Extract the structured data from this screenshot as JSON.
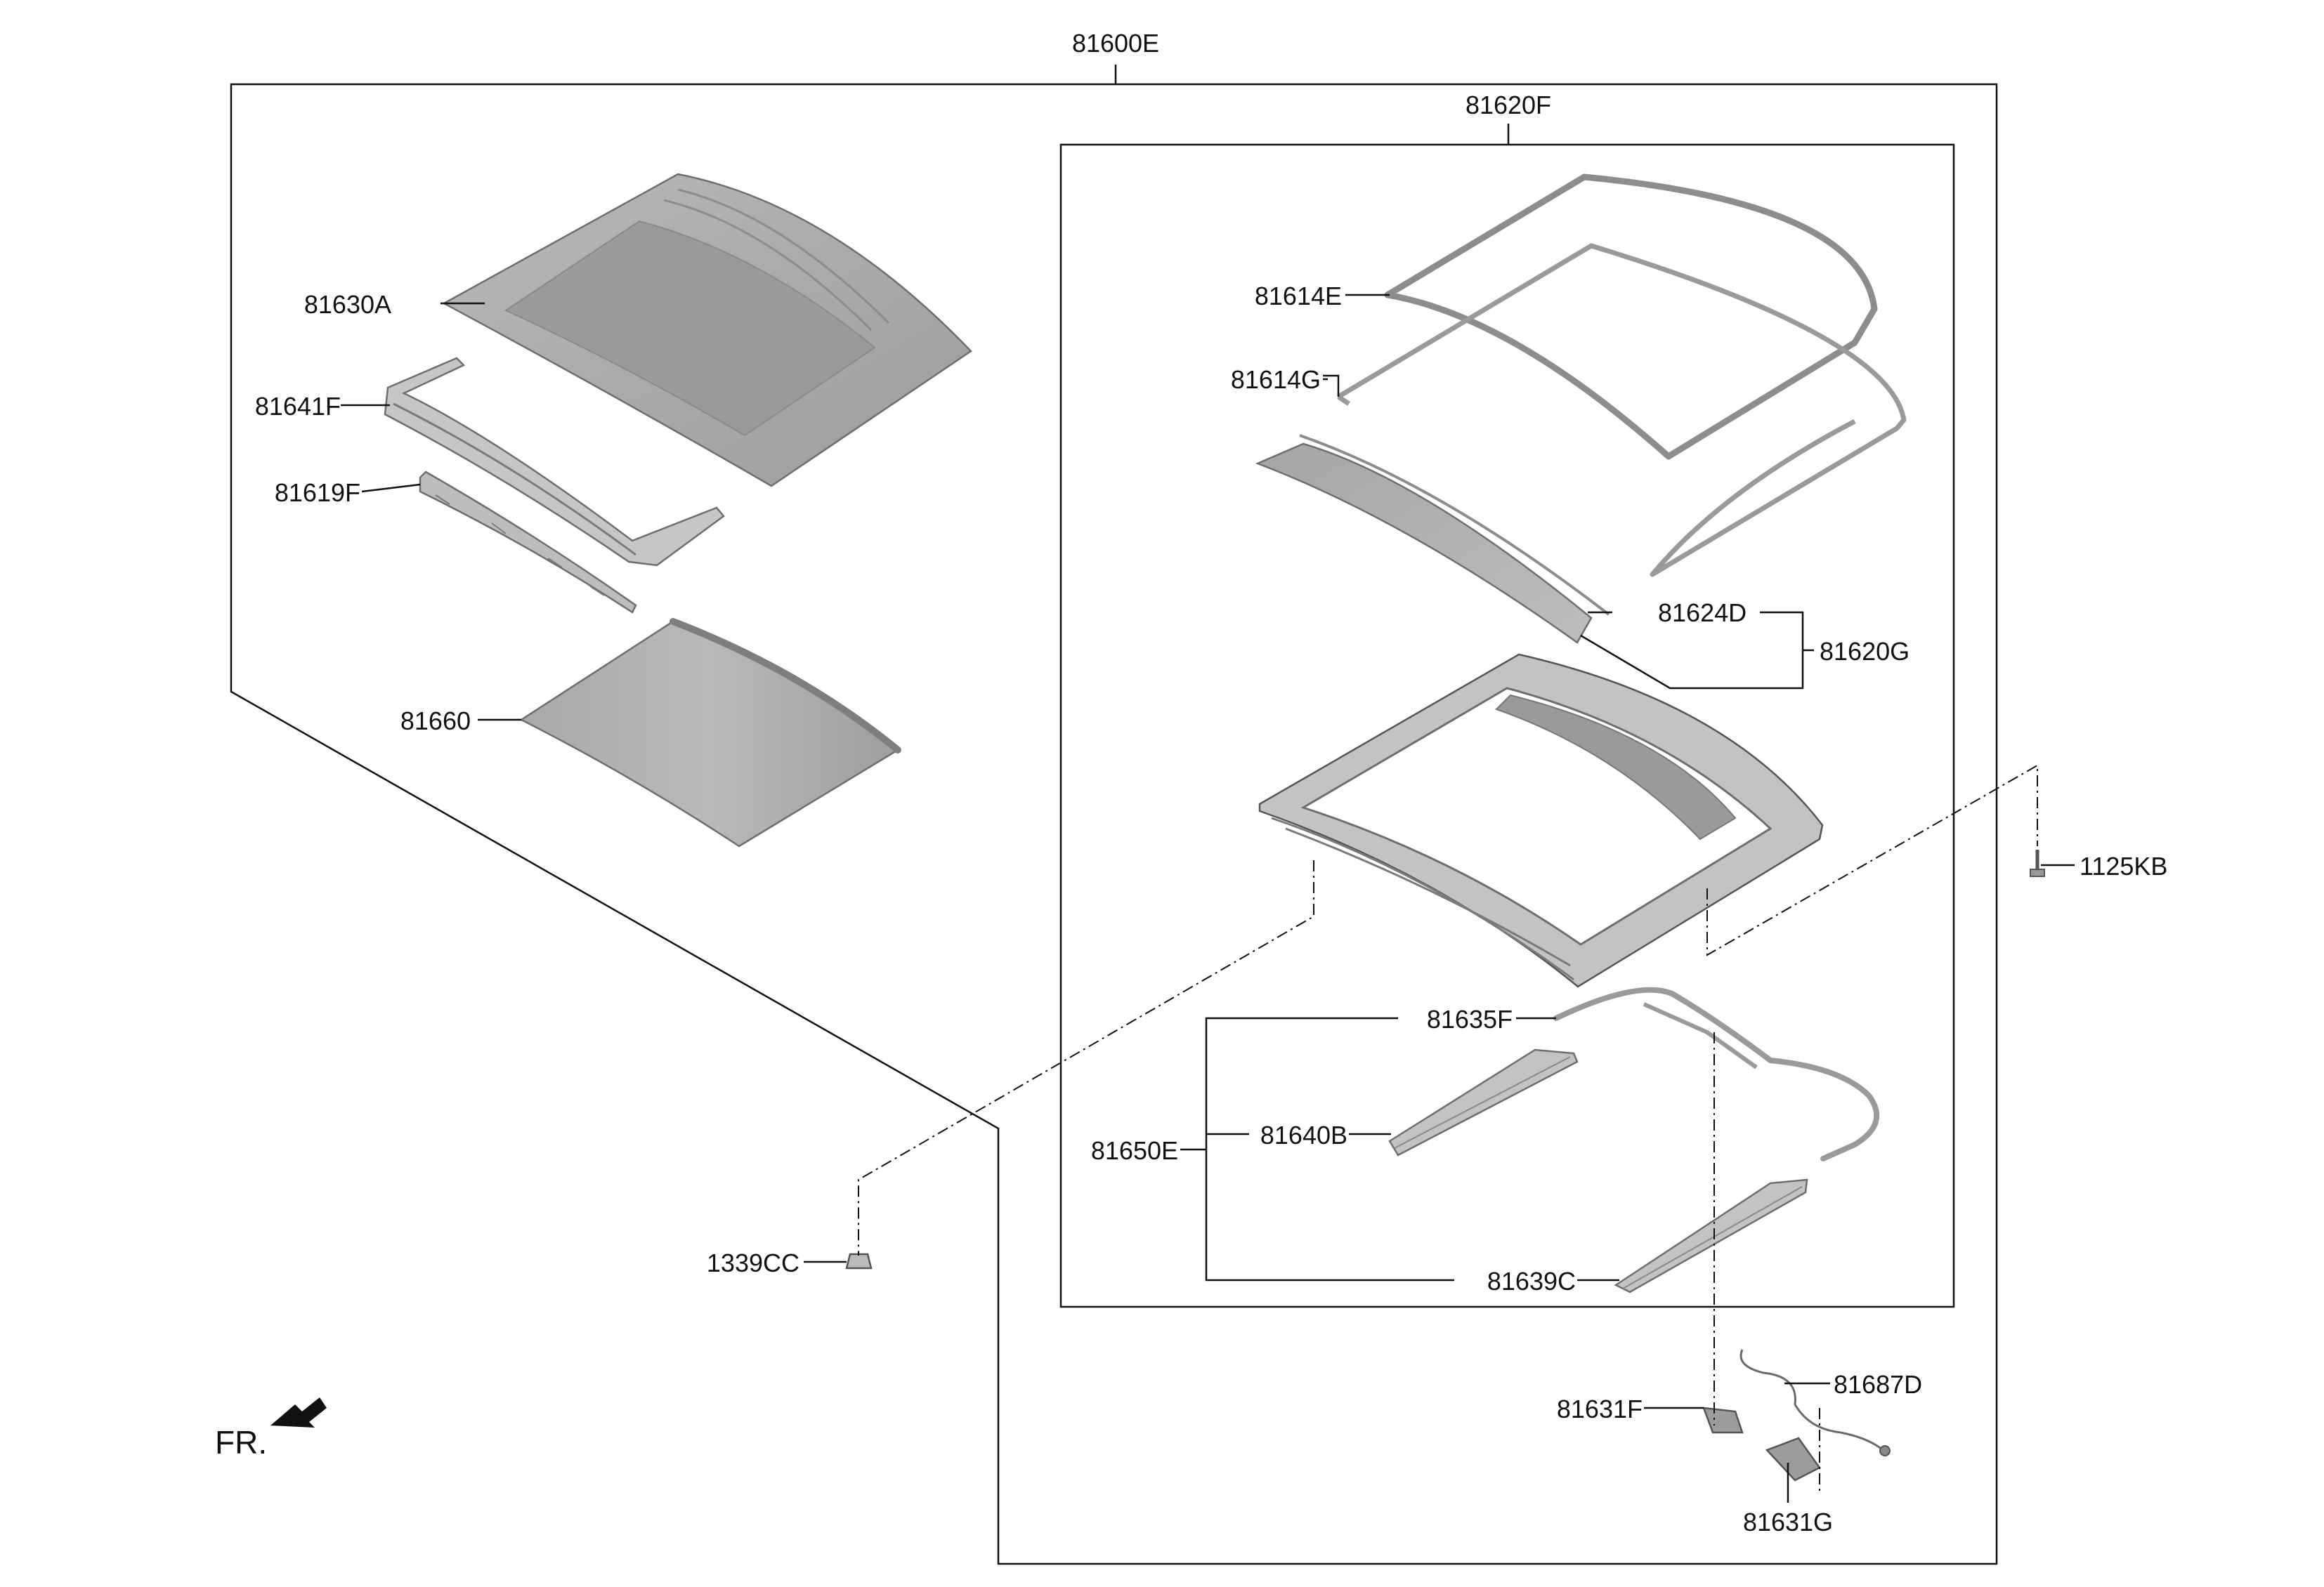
{
  "labels": {
    "assembly": "81600E",
    "sub_assembly": "81620F",
    "glass_panel": "81630A",
    "front_deflector": "81641F",
    "front_bracket": "81619F",
    "sunshade": "81660",
    "weatherstrip_outer": "81614E",
    "weatherstrip_inner": "81614G",
    "glass_seal": "81624D",
    "glass_group": "81620G",
    "frame_bolt": "1125KB",
    "drive_cable": "81635F",
    "rail_assembly": "81650E",
    "rail_center": "81640B",
    "rail_rear": "81639C",
    "nut": "1339CC",
    "wiring": "81687D",
    "motor": "81631F",
    "control_unit": "81631G",
    "front_direction": "FR."
  }
}
